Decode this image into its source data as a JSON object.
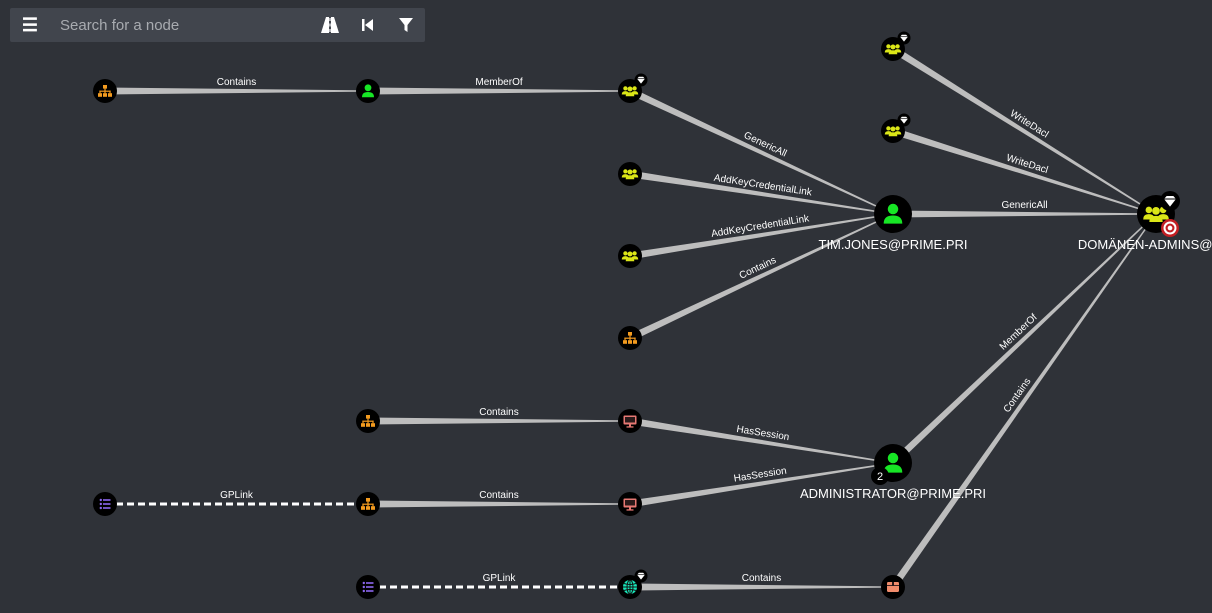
{
  "toolbar": {
    "menu_icon": "hamburger-icon",
    "search_placeholder": "Search for a node",
    "pathfinding_icon": "road-icon",
    "back_icon": "step-back-icon",
    "filter_icon": "filter-icon"
  },
  "colors": {
    "background": "#2f3238",
    "user": "#17e625",
    "group": "#dbe617",
    "ou": "#f39b1f",
    "computer": "#e67873",
    "gpo": "#8b66ee",
    "domain": "#17e6b9",
    "container": "#f08c6c",
    "edge": "#bdbdbd"
  },
  "nodes": [
    {
      "id": "n1",
      "type": "ou",
      "label": ""
    },
    {
      "id": "n2",
      "type": "user",
      "label": ""
    },
    {
      "id": "n3",
      "type": "group",
      "label": "",
      "badge": "gem"
    },
    {
      "id": "n4",
      "type": "group",
      "label": ""
    },
    {
      "id": "n5",
      "type": "group",
      "label": ""
    },
    {
      "id": "n6",
      "type": "ou",
      "label": ""
    },
    {
      "id": "n7",
      "type": "ou",
      "label": ""
    },
    {
      "id": "n8",
      "type": "computer",
      "label": ""
    },
    {
      "id": "n9",
      "type": "gpo",
      "label": ""
    },
    {
      "id": "n10",
      "type": "ou",
      "label": ""
    },
    {
      "id": "n11",
      "type": "computer",
      "label": ""
    },
    {
      "id": "n12",
      "type": "gpo",
      "label": ""
    },
    {
      "id": "n13",
      "type": "domain",
      "label": "",
      "badge": "gem"
    },
    {
      "id": "n14",
      "type": "container",
      "label": ""
    },
    {
      "id": "n15",
      "type": "group",
      "label": "",
      "badge": "gem"
    },
    {
      "id": "n16",
      "type": "group",
      "label": "",
      "badge": "gem"
    },
    {
      "id": "tim",
      "type": "user",
      "label": "TIM.JONES@PRIME.PRI"
    },
    {
      "id": "admin",
      "type": "user",
      "label": "ADMINISTRATOR@PRIME.PRI",
      "count": "2"
    },
    {
      "id": "da",
      "type": "group",
      "label": "DOMÄNEN-ADMINS@PRI",
      "badge": "gem",
      "target": true
    }
  ],
  "edges": [
    {
      "source": "n1",
      "target": "n2",
      "label": "Contains"
    },
    {
      "source": "n2",
      "target": "n3",
      "label": "MemberOf"
    },
    {
      "source": "n3",
      "target": "tim",
      "label": "GenericAll"
    },
    {
      "source": "n4",
      "target": "tim",
      "label": "AddKeyCredentialLink"
    },
    {
      "source": "n5",
      "target": "tim",
      "label": "AddKeyCredentialLink"
    },
    {
      "source": "n6",
      "target": "tim",
      "label": "Contains"
    },
    {
      "source": "tim",
      "target": "da",
      "label": "GenericAll"
    },
    {
      "source": "n15",
      "target": "da",
      "label": "WriteDacl"
    },
    {
      "source": "n16",
      "target": "da",
      "label": "WriteDacl"
    },
    {
      "source": "n7",
      "target": "n8",
      "label": "Contains"
    },
    {
      "source": "n8",
      "target": "admin",
      "label": "HasSession"
    },
    {
      "source": "n11",
      "target": "admin",
      "label": "HasSession"
    },
    {
      "source": "n9",
      "target": "n10",
      "label": "GPLink",
      "dashed": true
    },
    {
      "source": "n10",
      "target": "n11",
      "label": "Contains"
    },
    {
      "source": "n12",
      "target": "n13",
      "label": "GPLink",
      "dashed": true
    },
    {
      "source": "n13",
      "target": "n14",
      "label": "Contains"
    },
    {
      "source": "admin",
      "target": "da",
      "label": "MemberOf"
    },
    {
      "source": "n14",
      "target": "da",
      "label": "Contains"
    }
  ]
}
